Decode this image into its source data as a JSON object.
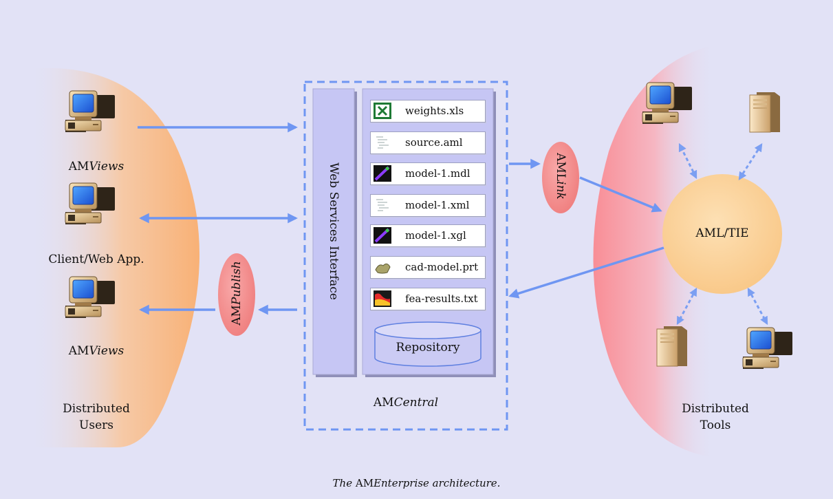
{
  "clients": {
    "top_label_prefix": "AM",
    "top_label_italic": "Views",
    "middle_label": "Client/Web App.",
    "bottom_label_prefix": "AM",
    "bottom_label_italic": "Views",
    "group_line1": "Distributed",
    "group_line2": "Users"
  },
  "central": {
    "web_services_label": "Web Services Interface",
    "files": [
      {
        "name": "weights.xls",
        "icon": "excel-icon"
      },
      {
        "name": "source.aml",
        "icon": "text-document-icon"
      },
      {
        "name": "model-1.mdl",
        "icon": "model-render-icon"
      },
      {
        "name": "model-1.xml",
        "icon": "text-document-icon"
      },
      {
        "name": "model-1.xgl",
        "icon": "model-render-icon"
      },
      {
        "name": "cad-model.prt",
        "icon": "cad-part-icon"
      },
      {
        "name": "fea-results.txt",
        "icon": "fea-plot-icon"
      }
    ],
    "repository_label": "Repository",
    "name_prefix": "AM",
    "name_italic": "Central"
  },
  "link": {
    "prefix": "AML",
    "italic": "ink"
  },
  "publish": {
    "prefix": "AM",
    "italic": "Publish"
  },
  "tools": {
    "hub_label": "AML/TIE",
    "group_line1": "Distributed",
    "group_line2": "Tools"
  },
  "caption": {
    "pre": "The",
    "mid": "AM",
    "post": "Enterprise architecture."
  },
  "colors": {
    "background": "#e2e2f6",
    "arrow": "#6f96f2",
    "panel": "#c6c6f4",
    "pill": "#f58f8f",
    "hub": "#fbd39c"
  }
}
